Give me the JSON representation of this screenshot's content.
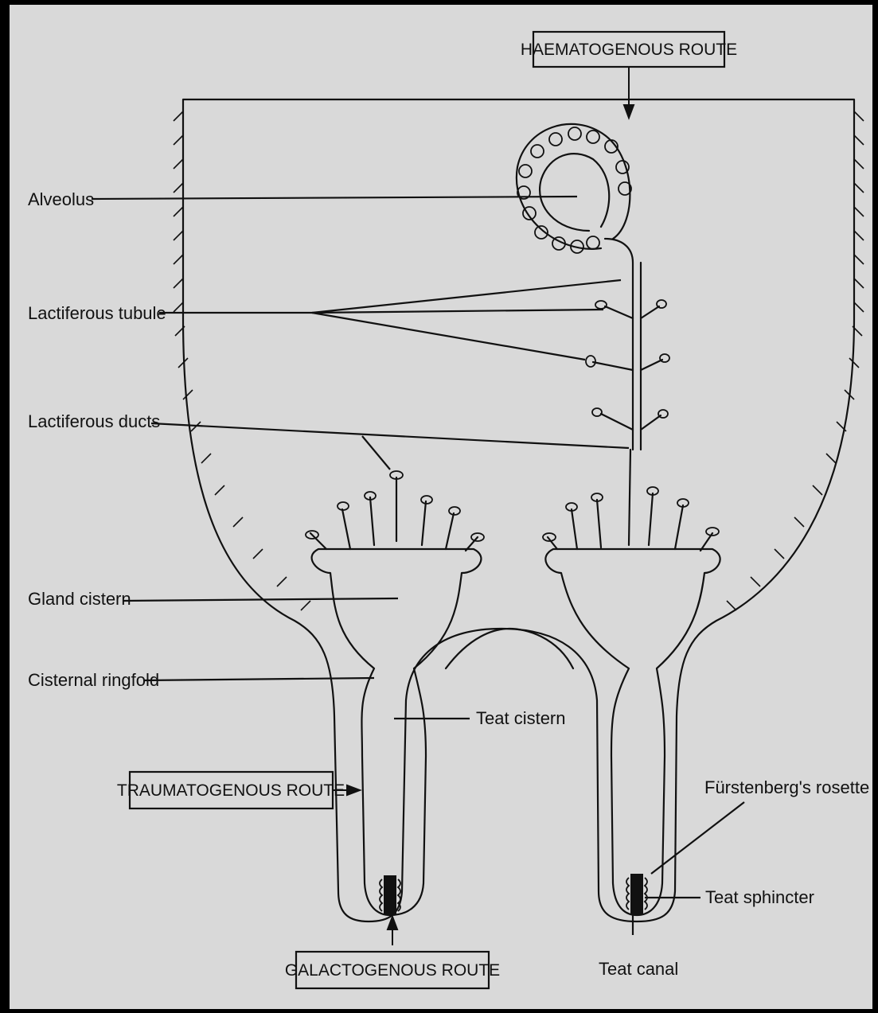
{
  "routes": {
    "haematogenous": "HAEMATOGENOUS ROUTE",
    "traumatogenous": "TRAUMATOGENOUS ROUTE",
    "galactogenous": "GALACTOGENOUS ROUTE"
  },
  "labels": {
    "alveolus": "Alveolus",
    "lactiferous_tubule": "Lactiferous tubule",
    "lactiferous_ducts": "Lactiferous ducts",
    "gland_cistern": "Gland cistern",
    "cisternal_ringfold": "Cisternal ringfold",
    "teat_cistern": "Teat cistern",
    "furstenberg_rosette": "Fürstenberg's rosette",
    "teat_sphincter": "Teat sphincter",
    "teat_canal": "Teat canal"
  }
}
